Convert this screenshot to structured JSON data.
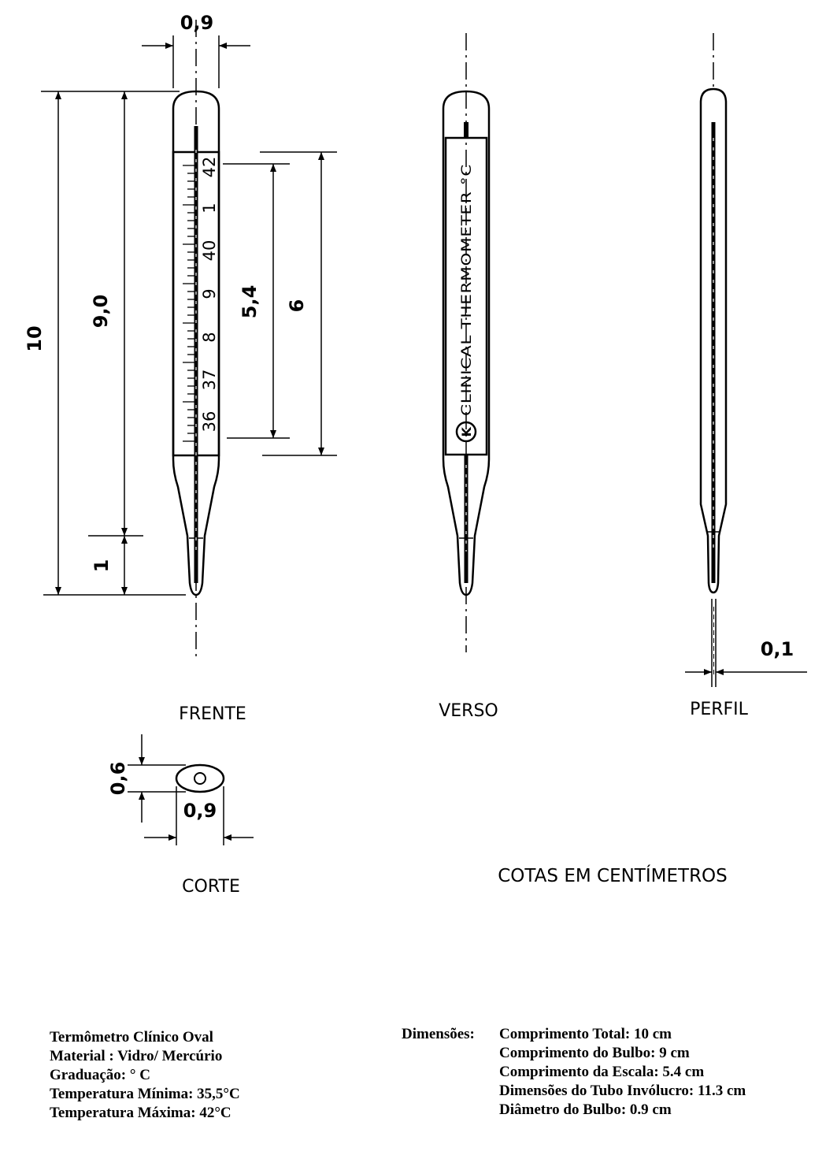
{
  "dimensions": {
    "front_width": "0,9",
    "total_length": "10",
    "bulb_length": "9,0",
    "tip_length": "1",
    "scale_length": "5,4",
    "scale_panel": "6",
    "profile_width": "0,1",
    "section_height": "0,6",
    "section_width": "0,9"
  },
  "scale_numbers": [
    "42",
    "1",
    "40",
    "9",
    "8",
    "37",
    "36"
  ],
  "brand_text": "CLINICAL THERMOMETER °C",
  "brand_logo": "K",
  "views": {
    "front": "FRENTE",
    "back": "VERSO",
    "profile": "PERFIL",
    "section": "CORTE"
  },
  "units_note": "COTAS EM CENTÍMETROS",
  "specs_left": [
    "Termômetro Clínico Oval",
    "Material : Vidro/ Mercúrio",
    "Graduação: ° C",
    "Temperatura Mínima: 35,5°C",
    "Temperatura Máxima: 42°C"
  ],
  "specs_right_label": "Dimensões:",
  "specs_right": [
    "Comprimento Total: 10  cm",
    "Comprimento do Bulbo: 9 cm",
    "Comprimento da Escala: 5.4 cm",
    "Dimensões do Tubo Invólucro: 11.3 cm",
    "Diâmetro do Bulbo: 0.9 cm"
  ]
}
